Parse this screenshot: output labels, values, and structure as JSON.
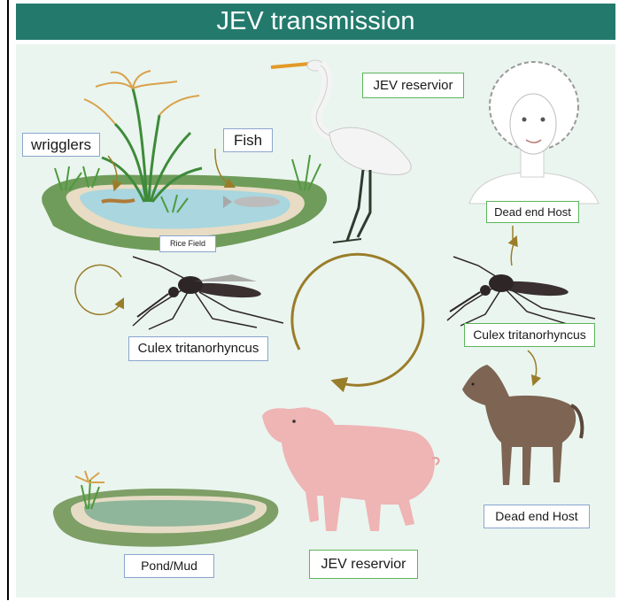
{
  "title": "JEV transmission",
  "labels": {
    "wrigglers": "wrigglers",
    "fish": "Fish",
    "rice_field": "Rice Field",
    "reservoir_bird": "JEV reservior",
    "dead_end_human": "Dead end Host",
    "culex_left": "Culex tritanorhyncus",
    "culex_right": "Culex tritanorhyncus",
    "dead_end_horse": "Dead end Host",
    "pond": "Pond/Mud",
    "reservoir_pig": "JEV reservior"
  },
  "colors": {
    "title_bar": "#237a6c",
    "background": "#eaf5ef",
    "arrow": "#9a7d2a",
    "label_border_blue": "#8aa5cf",
    "label_border_green": "#5bb55b"
  }
}
